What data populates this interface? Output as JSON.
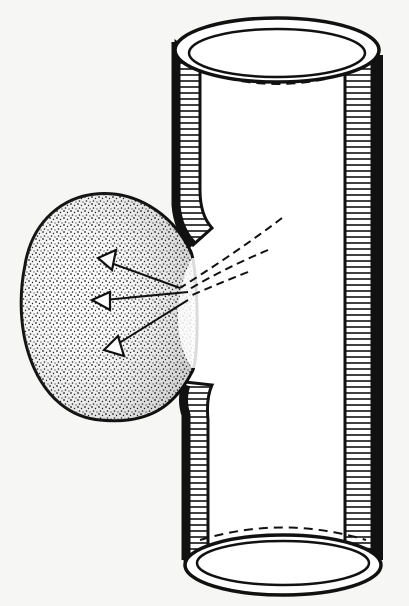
{
  "figure": {
    "kind": "line-art illustration",
    "subject": "vessel-aneurysm",
    "colors": {
      "background": "#f6f6f4",
      "ink": "#111111",
      "stipple": "#1a1a1a",
      "paper": "#ffffff"
    },
    "parts": [
      {
        "id": "vessel-tube"
      },
      {
        "id": "vessel-wall-hatching"
      },
      {
        "id": "aneurysm-sac"
      },
      {
        "id": "flow-arrows",
        "count": 3
      }
    ]
  }
}
